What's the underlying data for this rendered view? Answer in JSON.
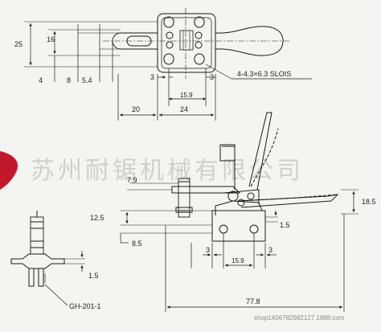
{
  "colors": {
    "line": "#1a1a1a",
    "watermark": "#cfcfcf",
    "accent_red": "#c0182a",
    "background": "#f4f4f2"
  },
  "top_view": {
    "dims": {
      "d25": "25",
      "d16": "16",
      "d4": "4",
      "d8": "8",
      "d5_4": "5.4",
      "d3_left": "3",
      "d3_right": "3",
      "d15_9": "15.9",
      "d20": "20",
      "d24": "24",
      "slots": "4-4.3×6.3 SLOIS"
    }
  },
  "side_view": {
    "dims": {
      "d7_9": "7.9",
      "d12_5": "12.5",
      "d8_5": "8.5",
      "d18_5": "18.5",
      "d1_5": "1.5",
      "d3_left": "3",
      "d3_right": "3",
      "d15_9": "15.9",
      "d77_8": "77.8"
    }
  },
  "spindle_detail": {
    "dim_1_5": "1.5"
  },
  "model": "GH-201-1",
  "watermark": "苏州耐锯机械有限公司",
  "url": "shop1406782982127.1688.com"
}
